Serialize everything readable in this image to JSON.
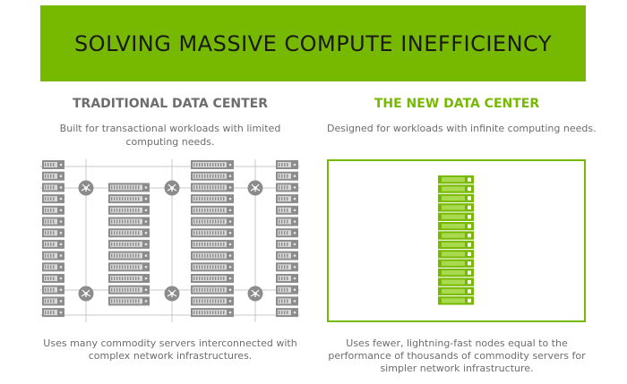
{
  "banner": {
    "title": "SOLVING MASSIVE COMPUTE INEFFICIENCY"
  },
  "traditional": {
    "heading": "TRADITIONAL DATA CENTER",
    "description": "Built for transactional workloads with limited computing needs.",
    "footer": "Uses many commodity servers interconnected with complex network infrastructures."
  },
  "new_center": {
    "heading": "THE NEW DATA CENTER",
    "description": "Designed for workloads with infinite computing needs.",
    "footer": "Uses fewer, lightning-fast nodes equal to the performance of thousands of commodity servers for simpler network infrastructure."
  },
  "colors": {
    "accent": "#76b900",
    "text_gray": "#6d6d6d",
    "server_gray": "#8c8c8c"
  }
}
